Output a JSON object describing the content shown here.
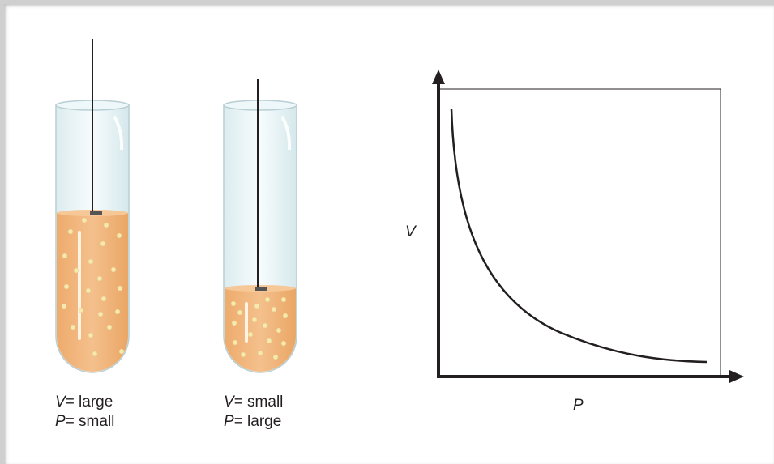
{
  "tubes": [
    {
      "id": "tube-1",
      "line1": {
        "var": "V",
        "text": "= large"
      },
      "line2": {
        "var": "P",
        "text": "= small"
      }
    },
    {
      "id": "tube-2",
      "line1": {
        "var": "V",
        "text": "= small"
      },
      "line2": {
        "var": "P",
        "text": "= large"
      }
    }
  ],
  "graph": {
    "y_axis_label": "V",
    "x_axis_label": "P",
    "curve": "inverse (V decreases as P increases)"
  },
  "colors": {
    "liquid": "#f0b57a",
    "bubble": "#f5e7a8",
    "glass": "#e8f3f5",
    "axis": "#231f20",
    "curve": "#231f20"
  }
}
